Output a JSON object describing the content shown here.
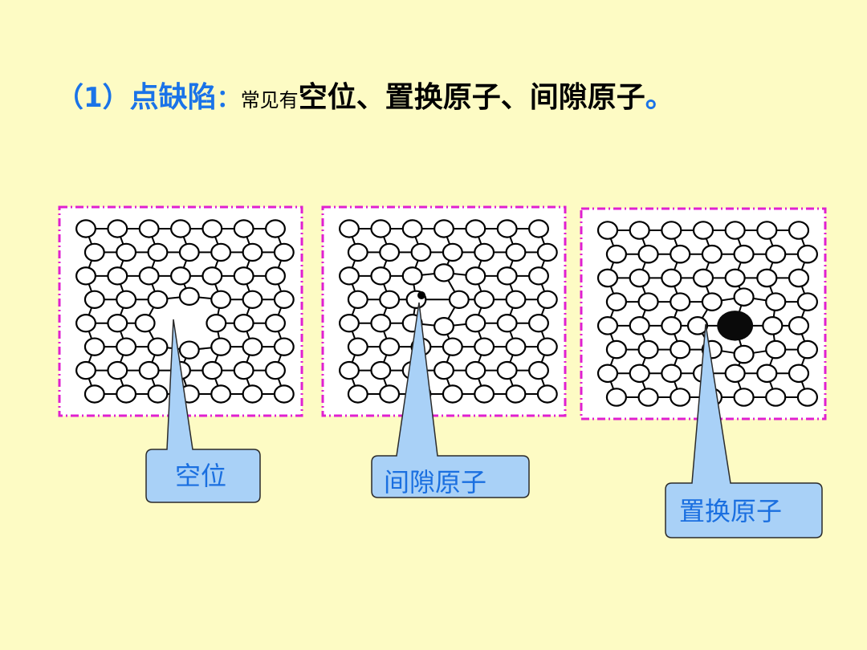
{
  "title": {
    "num": "（1）",
    "topic": "点缺陷",
    "colon": "：",
    "intro": "常见有",
    "types": "空位、置换原子、间隙原子",
    "period": "。"
  },
  "callouts": [
    {
      "label": "空位"
    },
    {
      "label": "间隙原子"
    },
    {
      "label": "置换原子"
    }
  ],
  "colors": {
    "background": "#fdfbc4",
    "title_blue": "#1a73e8",
    "frame_magenta": "#e020d0",
    "callout_fill": "#a9d1f7",
    "callout_text": "#1a6fe0"
  }
}
